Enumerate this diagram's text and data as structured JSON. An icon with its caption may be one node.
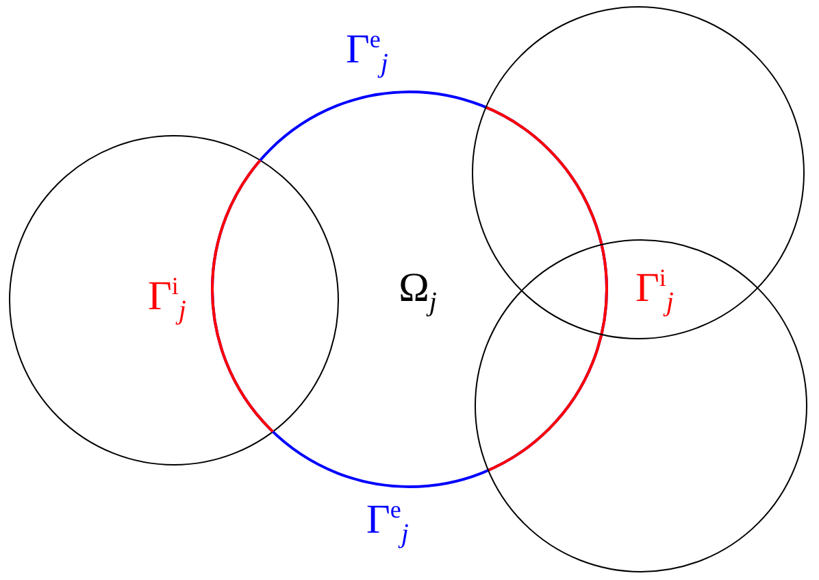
{
  "diagram": {
    "nodes": [
      {
        "text": [],
        "shape": "circle"
      },
      {
        "text": [
          "Ω$_{j}$"
        ]
      },
      {
        "text": [],
        "shape": "circle"
      },
      {
        "text": [],
        "shape": "circle"
      }
    ],
    "edges": [],
    "labels": [
      "Γ$^{e}$$_{j}$",
      "Γ$^{i}$$_{j}$",
      "Γ$^{i}$$_{j}$",
      "Γ$^{e}$$_{j}$"
    ]
  }
}
